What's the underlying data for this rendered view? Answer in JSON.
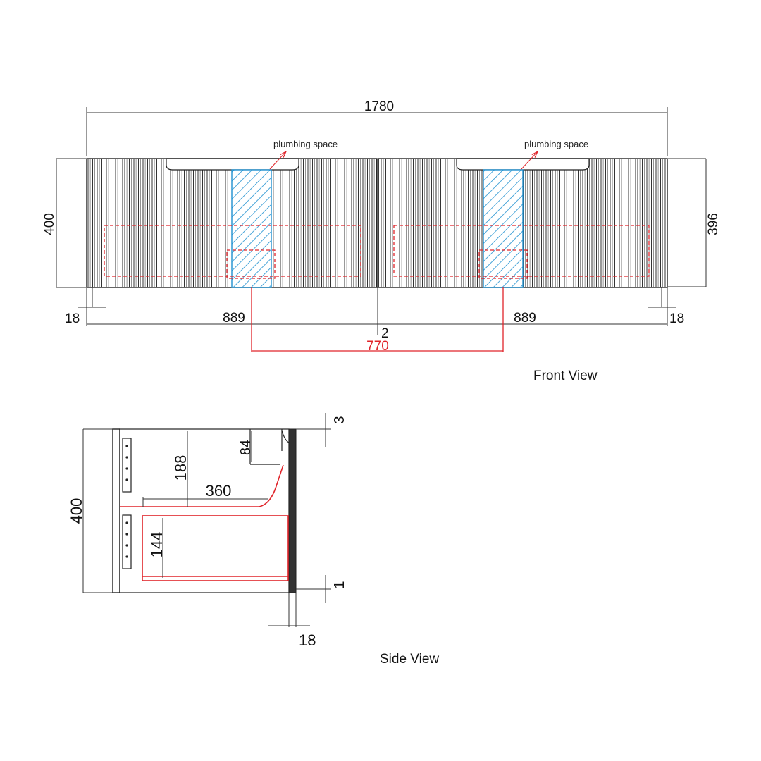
{
  "front_view": {
    "caption": "Front View",
    "overall_width": "1780",
    "height_left": "400",
    "height_right": "396",
    "plumbing_label_left": "plumbing space",
    "plumbing_label_right": "plumbing space",
    "leg_left": "18",
    "leg_right": "18",
    "cabinet_left_width": "889",
    "cabinet_right_width": "889",
    "gap": "2",
    "basin_spacing": "770"
  },
  "side_view": {
    "caption": "Side View",
    "height": "400",
    "top_gap": "3",
    "top_recess": "84",
    "drawer_top_offset": "188",
    "drawer_depth": "360",
    "drawer_height": "144",
    "bottom_gap": "1",
    "front_thickness": "18"
  },
  "colors": {
    "outline": "#222222",
    "cutout": "#e0242a",
    "plumbing_hatch": "#1e90d0"
  }
}
